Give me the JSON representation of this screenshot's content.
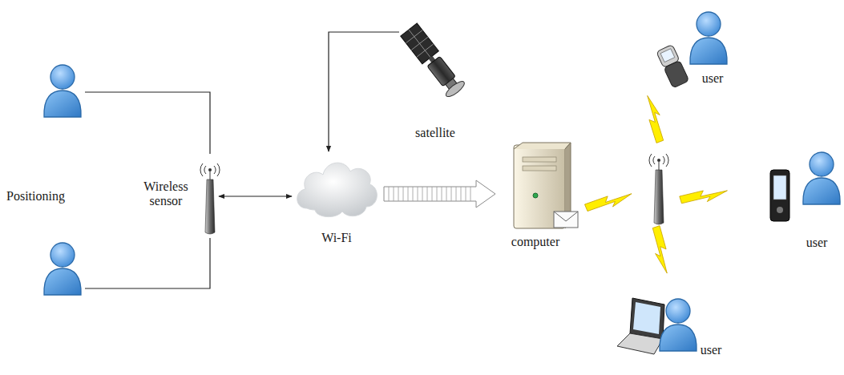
{
  "diagram": {
    "nodes": [
      {
        "text": [
          "Wireless sensor"
        ]
      },
      {
        "text": [
          "Wi-Fi"
        ]
      },
      {
        "text": [
          "satellite"
        ]
      },
      {
        "text": [
          "computer"
        ]
      },
      {
        "text": [
          "user"
        ]
      },
      {
        "text": [
          "user"
        ]
      },
      {
        "text": [
          "user"
        ]
      }
    ],
    "edges": [
      {
        "from": 0,
        "to": 1,
        "arrow": "both"
      },
      {
        "from": 2,
        "to": 1,
        "arrow": "to"
      },
      {
        "from": 1,
        "to": 3,
        "arrow": "to"
      }
    ],
    "labels": [
      "Positioning"
    ]
  }
}
